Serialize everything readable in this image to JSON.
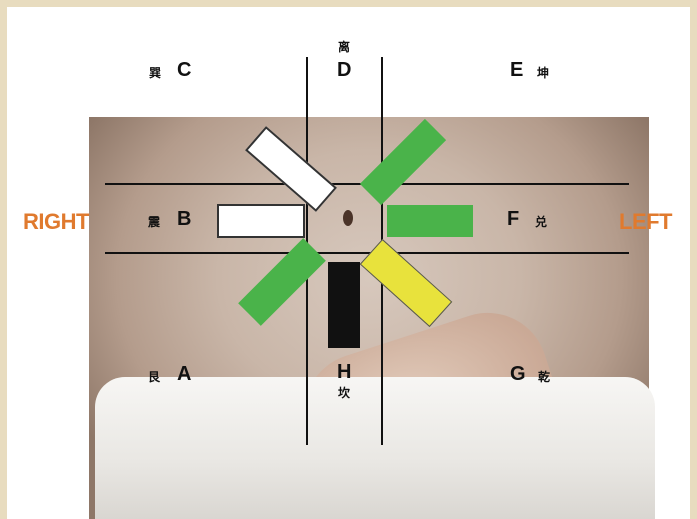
{
  "zones": {
    "c": {
      "han": "巽",
      "letter": "C"
    },
    "d": {
      "han": "离",
      "letter": "D"
    },
    "e": {
      "han": "坤",
      "letter": "E"
    },
    "b": {
      "han": "震",
      "letter": "B"
    },
    "f": {
      "han": "兑",
      "letter": "F"
    },
    "a": {
      "han": "艮",
      "letter": "A"
    },
    "h": {
      "han": "坎",
      "letter": "H"
    },
    "g": {
      "han": "乾",
      "letter": "G"
    }
  },
  "sides": {
    "right": "RIGHT",
    "left": "LEFT"
  },
  "colors": {
    "frame": "#e8dcbf",
    "side_label": "#e07a2e",
    "bar_white": "#ffffff",
    "bar_green": "#4ab34a",
    "bar_yellow": "#e8e23c",
    "bar_black": "#111111"
  }
}
